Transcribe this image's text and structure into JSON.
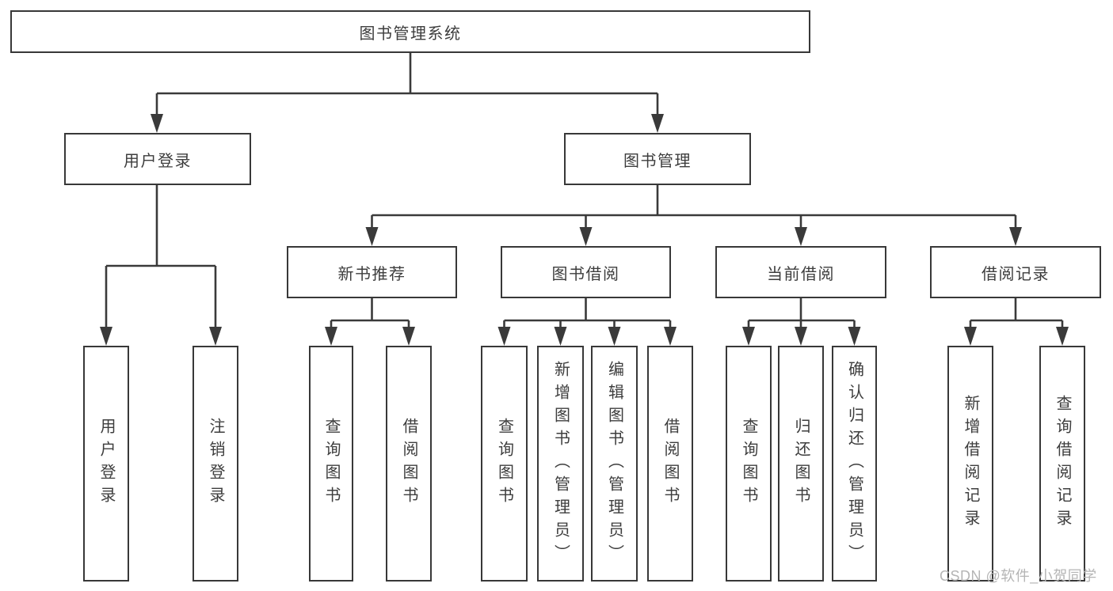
{
  "diagram": {
    "root": {
      "label": "图书管理系统"
    },
    "level2": [
      {
        "label": "用户登录",
        "children": [
          {
            "label": "用户登录"
          },
          {
            "label": "注销登录"
          }
        ]
      },
      {
        "label": "图书管理",
        "children": [
          {
            "label": "新书推荐",
            "children": [
              {
                "label": "查询图书"
              },
              {
                "label": "借阅图书"
              }
            ]
          },
          {
            "label": "图书借阅",
            "children": [
              {
                "label": "查询图书"
              },
              {
                "label": "新增图书（管理员）"
              },
              {
                "label": "编辑图书（管理员）"
              },
              {
                "label": "借阅图书"
              }
            ]
          },
          {
            "label": "当前借阅",
            "children": [
              {
                "label": "查询图书"
              },
              {
                "label": "归还图书"
              },
              {
                "label": "确认归还（管理员）"
              }
            ]
          },
          {
            "label": "借阅记录",
            "children": [
              {
                "label": "新增借阅记录"
              },
              {
                "label": "查询借阅记录"
              }
            ]
          }
        ]
      }
    ]
  },
  "watermark": {
    "text": "CSDN @软件_小贺同学"
  },
  "colors": {
    "line": "#3a3a3a",
    "box_border": "#383838",
    "text": "#3d3d3d",
    "background": "#ffffff",
    "watermark": "#b5b5b5"
  }
}
